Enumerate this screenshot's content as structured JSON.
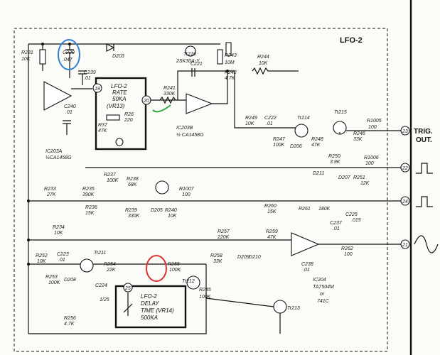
{
  "module_title": "LFO-2",
  "outputs": {
    "trig_line1": "TRIG.",
    "trig_line2": "OUT.",
    "pin_trig": "23",
    "pin_square1": "22",
    "pin_square2": "24",
    "pin_sine": "21"
  },
  "rate_box": {
    "line1": "LFO-2",
    "line2": "RATE",
    "line3": "50KA",
    "line4": "(VR13)",
    "r26": "R26",
    "r26_val": "220",
    "r37": "R37",
    "r37_val": "47K",
    "pin_in": "19",
    "pin_out": "20"
  },
  "delay_box": {
    "line1": "LFO-2",
    "line2": "DELAY",
    "line3": "TIME (VR14)",
    "line4": "500KA",
    "pin": "25"
  },
  "ic": {
    "ic203a": "IC203A",
    "ic203a_part": "½CA1458G",
    "ic203b": "IC203B",
    "ic203b_part": "½ CA1458G",
    "ic204": "IC204",
    "ic204_part": "TA7504M",
    "ic204_or": "or",
    "ic204_alt": "741C"
  },
  "transistors": {
    "tr216": "Tr216",
    "tr216_part": "2SK30A-Y",
    "tr214": "Tr214",
    "tr215": "Tr215",
    "tr211": "Tr211",
    "tr212": "Tr212",
    "tr213": "Tr213"
  },
  "components": {
    "r231": "R231",
    "r231_val": "10K",
    "c220": "C220",
    "c220_val": ".047",
    "d203": "D203",
    "c239": "C239",
    "c239_val": ".01",
    "c240": "C240",
    "c240_val": ".01",
    "r241": "R241",
    "r241_val": "330K",
    "c221": "C221",
    "r242": "R242",
    "r242_val": "4.7K",
    "r243": "R243",
    "r243_val": "10M",
    "r244": "R244",
    "r244_val": "10K",
    "r249": "R249",
    "r249_val": "10K",
    "c222": "C222",
    "c222_val": ".01",
    "r247": "R247",
    "r247_val": "100K",
    "d206": "D206",
    "r248": "R248",
    "r248_val": "47K",
    "r1005": "R1005",
    "r1005_val": "100",
    "r246": "R246",
    "r246_val": "33K",
    "r250": "R250",
    "r250_val": "3.9K",
    "r1006": "R1006",
    "r1006_val": "100",
    "d211": "D211",
    "d207": "D207",
    "r251": "R251",
    "r251_val": "12K",
    "r233": "R233",
    "r233_val": "27K",
    "r235": "R235",
    "r235_val": "390K",
    "r237": "R237",
    "r237_val": "100K",
    "r238": "R238",
    "r238_val": "68K",
    "r1007": "R1007",
    "r1007_val": "100",
    "r236": "R236",
    "r236_val": "15K",
    "r239": "R239",
    "r239_val": "330K",
    "d205": "D205",
    "r240": "R240",
    "r240_val": "10K",
    "r234": "R234",
    "r234_val": "10K",
    "r260": "R260",
    "r260_val": "15K",
    "r261": "R261",
    "r261_val": "180K",
    "c225": "C225",
    "c225_val": ".015",
    "r257": "R257",
    "r257_val": "220K",
    "r259": "R259",
    "r259_val": "47K",
    "c237": "C237",
    "c237_val": ".01",
    "r262": "R262",
    "r262_val": "100",
    "r258": "R258",
    "r258_val": "33K",
    "d209": "D209",
    "d210": "D210",
    "c238": "C238",
    "c238_val": ".01",
    "r252": "R252",
    "r252_val": "10K",
    "c223": "C223",
    "c223_val": ".01",
    "r253": "R253",
    "r253_val": "100K",
    "d208": "D208",
    "r254": "R254",
    "r254_val": "22K",
    "c224": "C224",
    "c224_val": "1/25",
    "r255": "R255",
    "r255_val": "100K",
    "r256": "R256",
    "r256_val": "4.7K",
    "r245": "R245",
    "r245_val": "100K"
  },
  "annotation_colors": {
    "blue_circle": "#2f7fd6",
    "red_circle": "#e03030",
    "green_check": "#2faa3a"
  }
}
